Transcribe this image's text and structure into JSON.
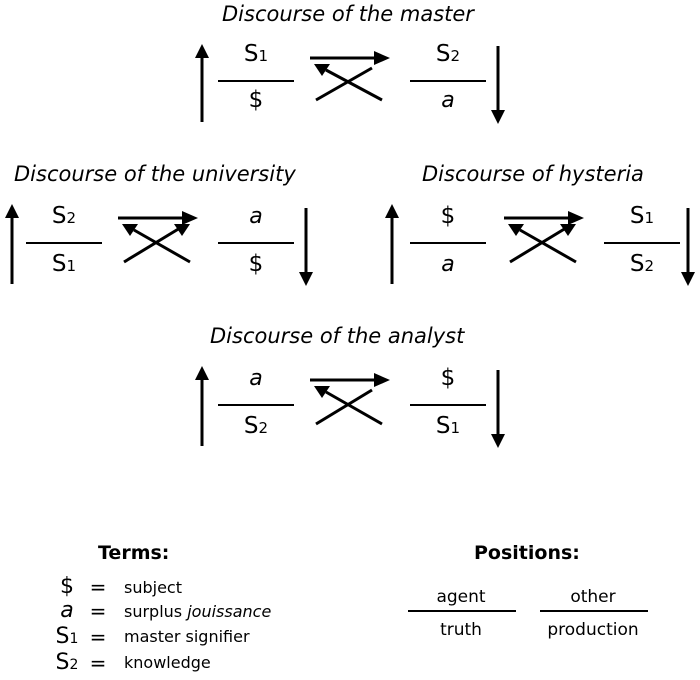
{
  "symbols": {
    "S1_base": "S",
    "S1_sub": "1",
    "S2_base": "S",
    "S2_sub": "2",
    "barred_S": "$",
    "a": "a"
  },
  "discourses": {
    "master": {
      "title": "Discourse of the master"
    },
    "university": {
      "title": "Discourse of the university"
    },
    "hysteria": {
      "title": "Discourse of hysteria"
    },
    "analyst": {
      "title": "Discourse of the analyst"
    }
  },
  "legend": {
    "terms_heading": "Terms:",
    "equals": "=",
    "subject": "subject",
    "surplus_prefix": "surplus",
    "jouissance": "jouissance",
    "master_signifier": "master signifier",
    "knowledge": "knowledge",
    "positions_heading": "Positions:",
    "agent": "agent",
    "other": "other",
    "truth": "truth",
    "production": "production"
  }
}
